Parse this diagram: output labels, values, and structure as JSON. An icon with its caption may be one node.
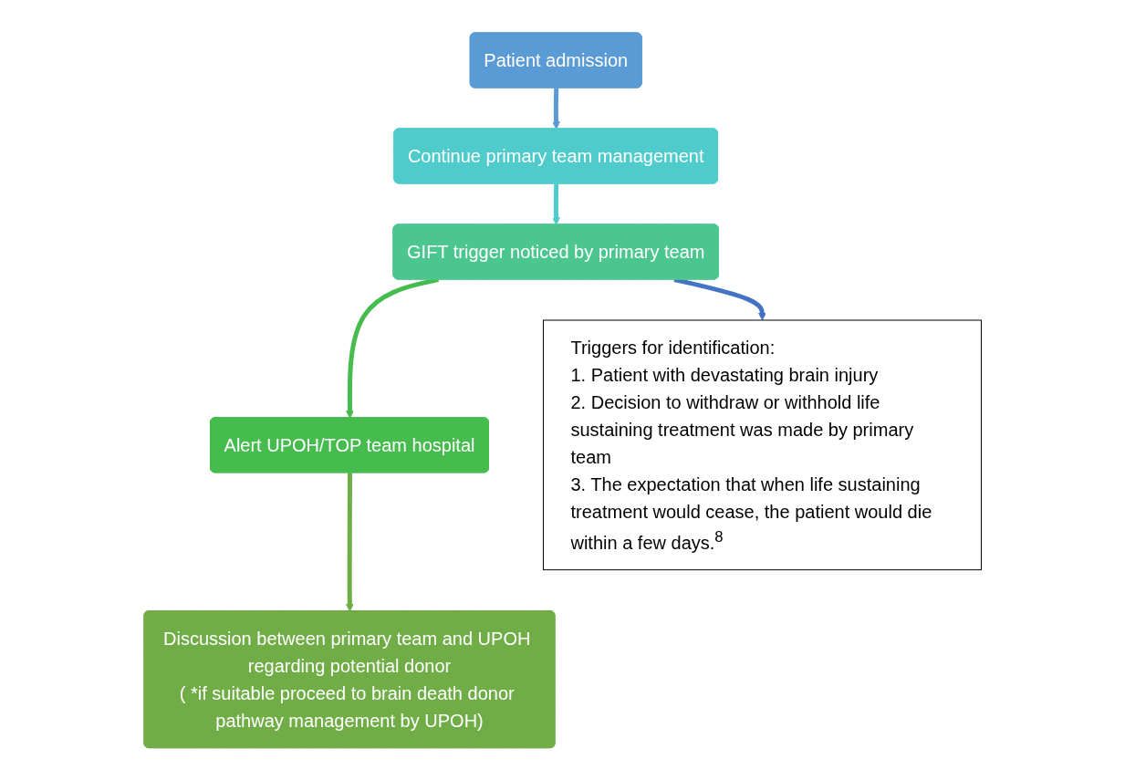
{
  "diagram": {
    "nodes": [
      {
        "text": [
          "Patient admission"
        ]
      },
      {
        "text": [
          "Continue primary team management"
        ]
      },
      {
        "text": [
          "GIFT trigger noticed by primary team"
        ]
      },
      {
        "text": [
          "Alert UPOH/TOP team hospital"
        ]
      },
      {
        "text": [
          "Discussion between primary team and UPOH regarding potential donor",
          "( *if suitable proceed to brain death donor pathway management by UPOH)"
        ]
      },
      {
        "text": [
          "Triggers for identification:",
          "1. Patient with devastating brain injury",
          "2. Decision to withdraw or withhold life sustaining treatment was made by primary team",
          "3. The expectation that when life sustaining treatment would cease, the patient would die within a few days.$^{8}$"
        ]
      }
    ],
    "edges": [
      {
        "from": 0,
        "to": 1,
        "arrow": "to",
        "color": "#5b9bd5"
      },
      {
        "from": 1,
        "to": 2,
        "arrow": "to",
        "color": "#4fcbcb"
      },
      {
        "from": 2,
        "to": 3,
        "arrow": "to",
        "color": "#46bc4e"
      },
      {
        "from": 3,
        "to": 4,
        "arrow": "to",
        "color": "#70ad47"
      },
      {
        "from": 2,
        "to": 5,
        "arrow": "to",
        "color": "#4472c4"
      }
    ]
  }
}
